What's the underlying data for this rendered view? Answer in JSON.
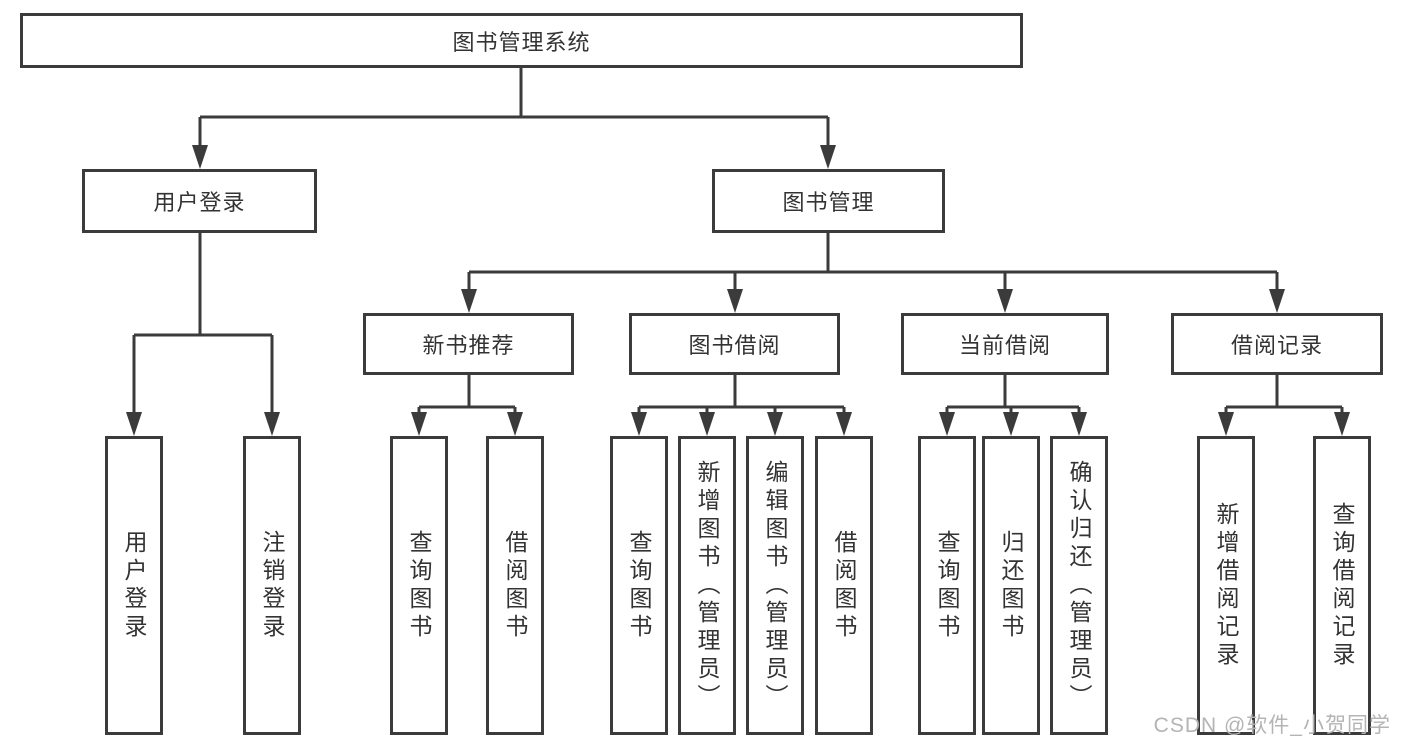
{
  "tree": {
    "root": {
      "label": "图书管理系统"
    },
    "children": [
      {
        "label": "用户登录",
        "children": [
          {
            "label": "用户登录"
          },
          {
            "label": "注销登录"
          }
        ]
      },
      {
        "label": "图书管理",
        "children": [
          {
            "label": "新书推荐",
            "children": [
              {
                "label": "查询图书"
              },
              {
                "label": "借阅图书"
              }
            ]
          },
          {
            "label": "图书借阅",
            "children": [
              {
                "label": "查询图书"
              },
              {
                "label": "新增图书（管理员）"
              },
              {
                "label": "编辑图书（管理员）"
              },
              {
                "label": "借阅图书"
              }
            ]
          },
          {
            "label": "当前借阅",
            "children": [
              {
                "label": "查询图书"
              },
              {
                "label": "归还图书"
              },
              {
                "label": "确认归还（管理员）"
              }
            ]
          },
          {
            "label": "借阅记录",
            "children": [
              {
                "label": "新增借阅记录"
              },
              {
                "label": "查询借阅记录"
              }
            ]
          }
        ]
      }
    ]
  },
  "watermark": {
    "text": "CSDN @软件_小贺同学"
  },
  "colors": {
    "line": "#3b3b3b",
    "text": "#333333",
    "watermark": "#b4b4b4",
    "background": "#ffffff"
  }
}
